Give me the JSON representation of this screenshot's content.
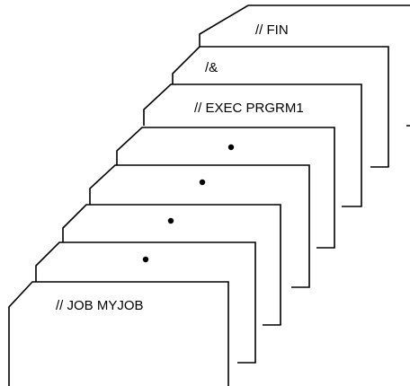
{
  "diagram": {
    "cards": [
      {
        "id": "fin",
        "label": "// FIN"
      },
      {
        "id": "amp",
        "label": "/&"
      },
      {
        "id": "exec",
        "label": "// EXEC PRGRM1"
      },
      {
        "id": "data1",
        "label": "•"
      },
      {
        "id": "data2",
        "label": "•"
      },
      {
        "id": "data3",
        "label": "•"
      },
      {
        "id": "data4",
        "label": "•"
      },
      {
        "id": "job",
        "label": "// JOB MYJOB"
      }
    ]
  }
}
